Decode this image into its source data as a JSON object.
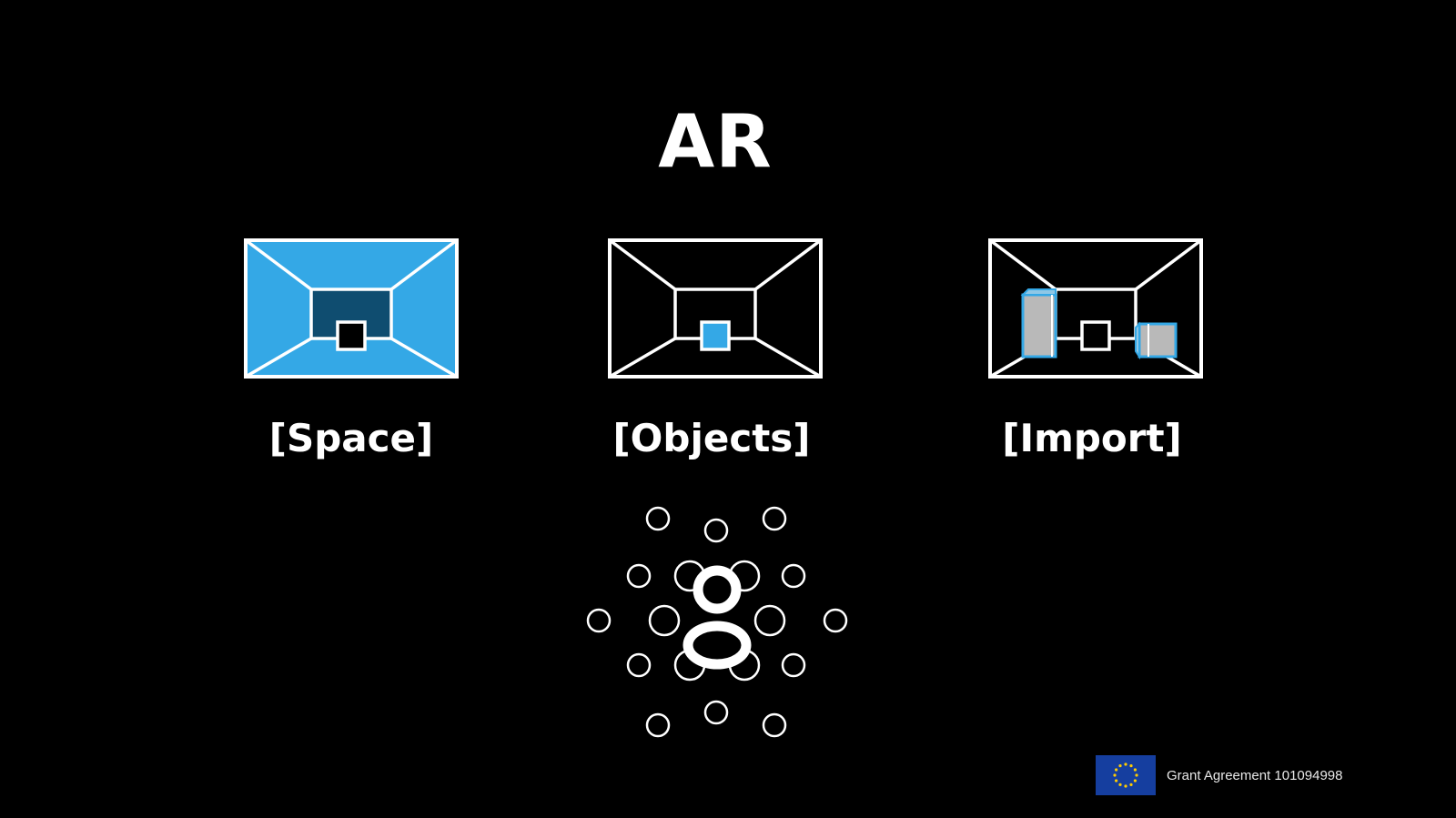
{
  "title": "AR",
  "modes": [
    {
      "label": "[Space]",
      "icon": "room-space-highlight-icon"
    },
    {
      "label": "[Objects]",
      "icon": "room-objects-highlight-icon"
    },
    {
      "label": "[Import]",
      "icon": "room-import-highlight-icon"
    }
  ],
  "center_graphic": {
    "icon": "user-surrounded-by-points-icon"
  },
  "footer": {
    "flag_icon": "eu-flag-icon",
    "grant_text": "Grant Agreement 101094998"
  },
  "colors": {
    "background": "#000000",
    "foreground": "#ffffff",
    "accent": "#34a8e6",
    "accent_dark": "#0f4d70",
    "import_fill": "#b9b9b9",
    "eu_blue": "#153e9f",
    "eu_star": "#ffcc00"
  }
}
